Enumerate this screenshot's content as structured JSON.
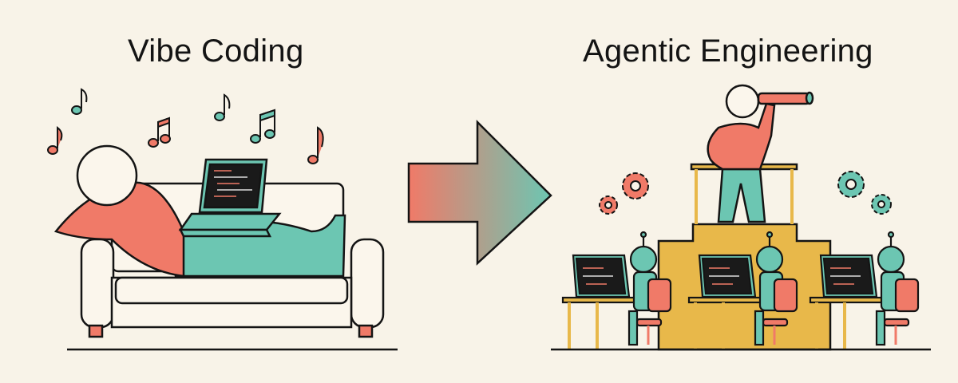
{
  "left_panel": {
    "title": "Vibe Coding",
    "scene": "person-lounging-on-couch-with-laptop",
    "music_notes": [
      "single-note",
      "single-note",
      "beamed-notes",
      "single-note",
      "beamed-notes",
      "single-note"
    ]
  },
  "arrow": {
    "direction": "right",
    "gradient": [
      "#f07a68",
      "#6cc6b2"
    ]
  },
  "right_panel": {
    "title": "Agentic Engineering",
    "scene": "person-with-telescope-on-platform-overseeing-robots",
    "robot_count": 3,
    "gear_count": 4
  },
  "colors": {
    "background": "#f8f3e8",
    "coral": "#f07a68",
    "teal": "#6cc6b2",
    "mustard": "#e8b84a",
    "outline": "#141414",
    "screen": "#1a1a1a"
  }
}
